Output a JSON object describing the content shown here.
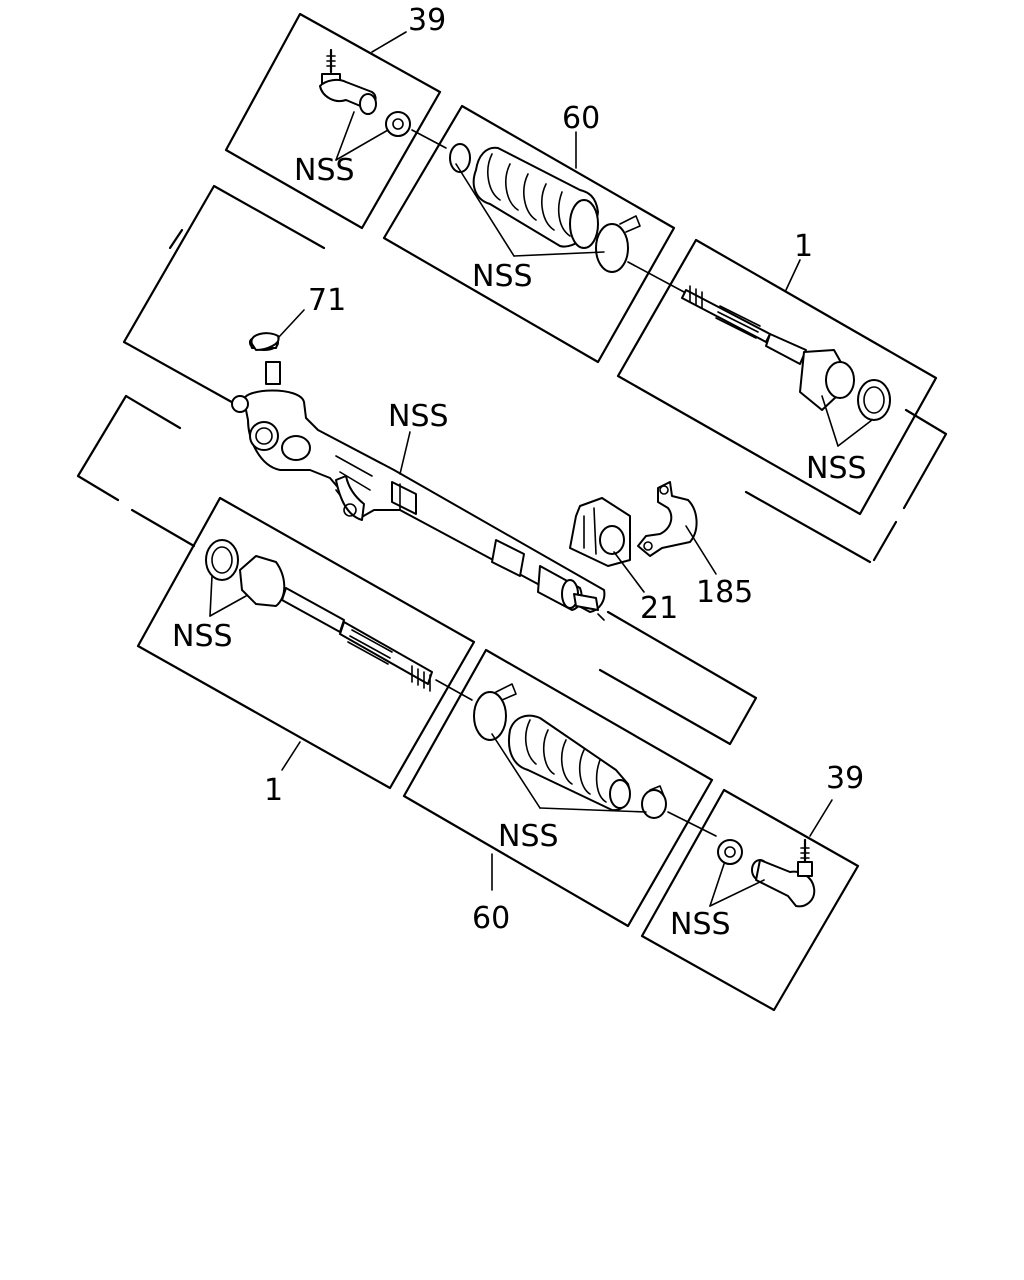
{
  "labels": {
    "tie_rod_end_top": "39",
    "tie_rod_end_bottom": "39",
    "boot_kit_top": "60",
    "boot_kit_bottom": "60",
    "inner_rod_top": "1",
    "inner_rod_bottom": "1",
    "cap": "71",
    "mount_bushing": "21",
    "clamp": "185",
    "nss_top_left": "NSS",
    "nss_top_boot": "NSS",
    "nss_top_right": "NSS",
    "nss_housing": "NSS",
    "nss_bottom_left": "NSS",
    "nss_bottom_boot": "NSS",
    "nss_bottom_right": "NSS"
  }
}
